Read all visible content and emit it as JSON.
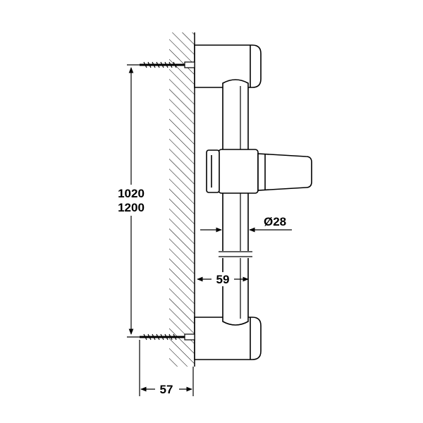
{
  "drawing": {
    "dimensions": {
      "height_1": "1020",
      "height_2": "1200",
      "pipe_diameter": "Ø28",
      "bar_offset": "59",
      "wall_offset": "57"
    }
  }
}
